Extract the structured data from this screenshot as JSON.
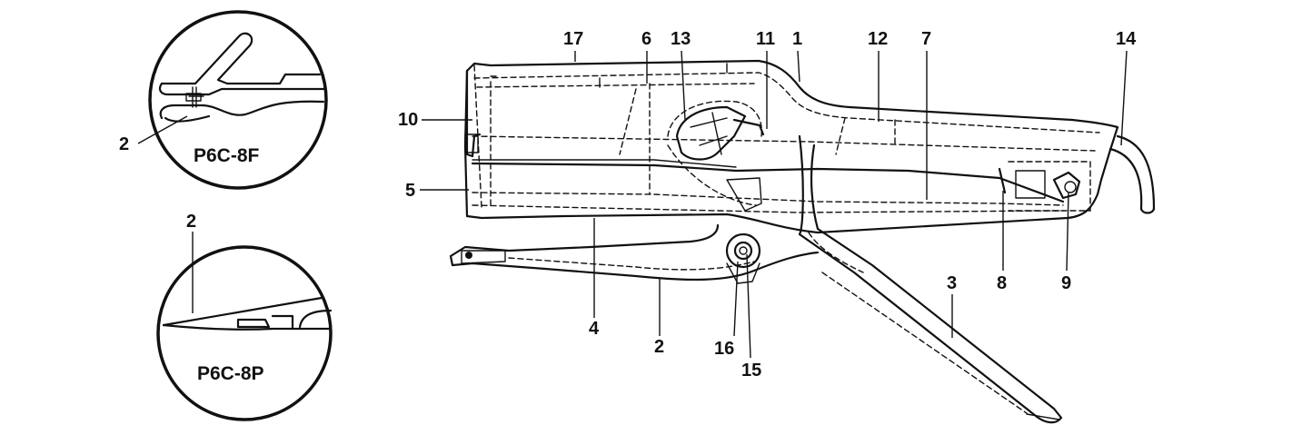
{
  "insets": {
    "top_model": "P6C-8F",
    "bottom_model": "P6C-8P",
    "top_part_label": "2",
    "bottom_part_label": "2"
  },
  "part_labels": {
    "p17": "17",
    "p6": "6",
    "p13": "13",
    "p11": "11",
    "p1": "1",
    "p12": "12",
    "p7": "7",
    "p14": "14",
    "p10": "10",
    "p5": "5",
    "p4": "4",
    "p2": "2",
    "p16": "16",
    "p15": "15",
    "p3": "3",
    "p8": "8",
    "p9": "9"
  }
}
